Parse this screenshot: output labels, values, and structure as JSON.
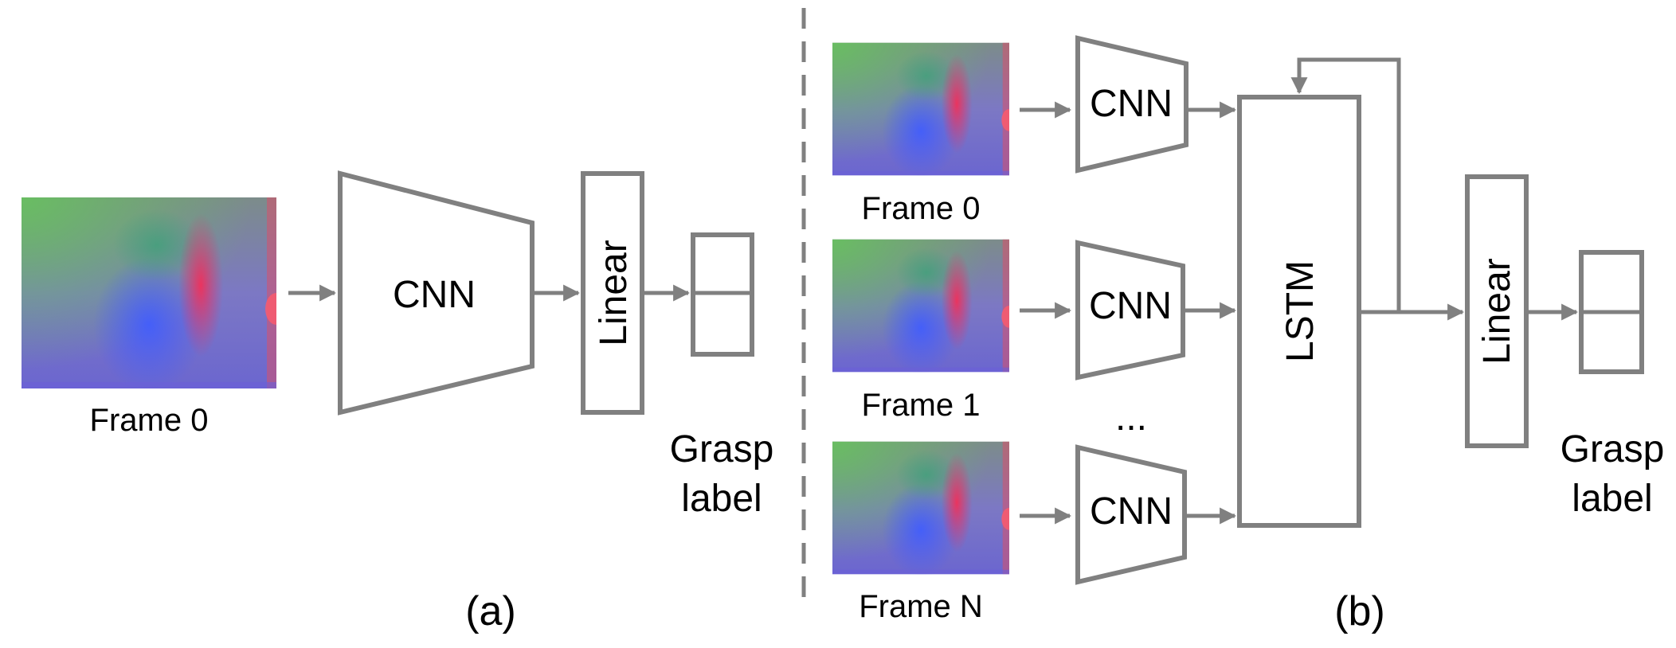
{
  "panel_a": {
    "frame_label": "Frame 0",
    "cnn_label": "CNN",
    "linear_label": "Linear",
    "output_label_line1": "Grasp",
    "output_label_line2": "label",
    "caption": "(a)"
  },
  "panel_b": {
    "frames": [
      {
        "label": "Frame 0"
      },
      {
        "label": "Frame 1"
      },
      {
        "label": "Frame N"
      }
    ],
    "cnn_label": "CNN",
    "ellipsis": "...",
    "lstm_label": "LSTM",
    "linear_label": "Linear",
    "output_label_line1": "Grasp",
    "output_label_line2": "label",
    "caption": "(b)"
  },
  "colors": {
    "stroke": "#808080",
    "divider": "#808080"
  }
}
